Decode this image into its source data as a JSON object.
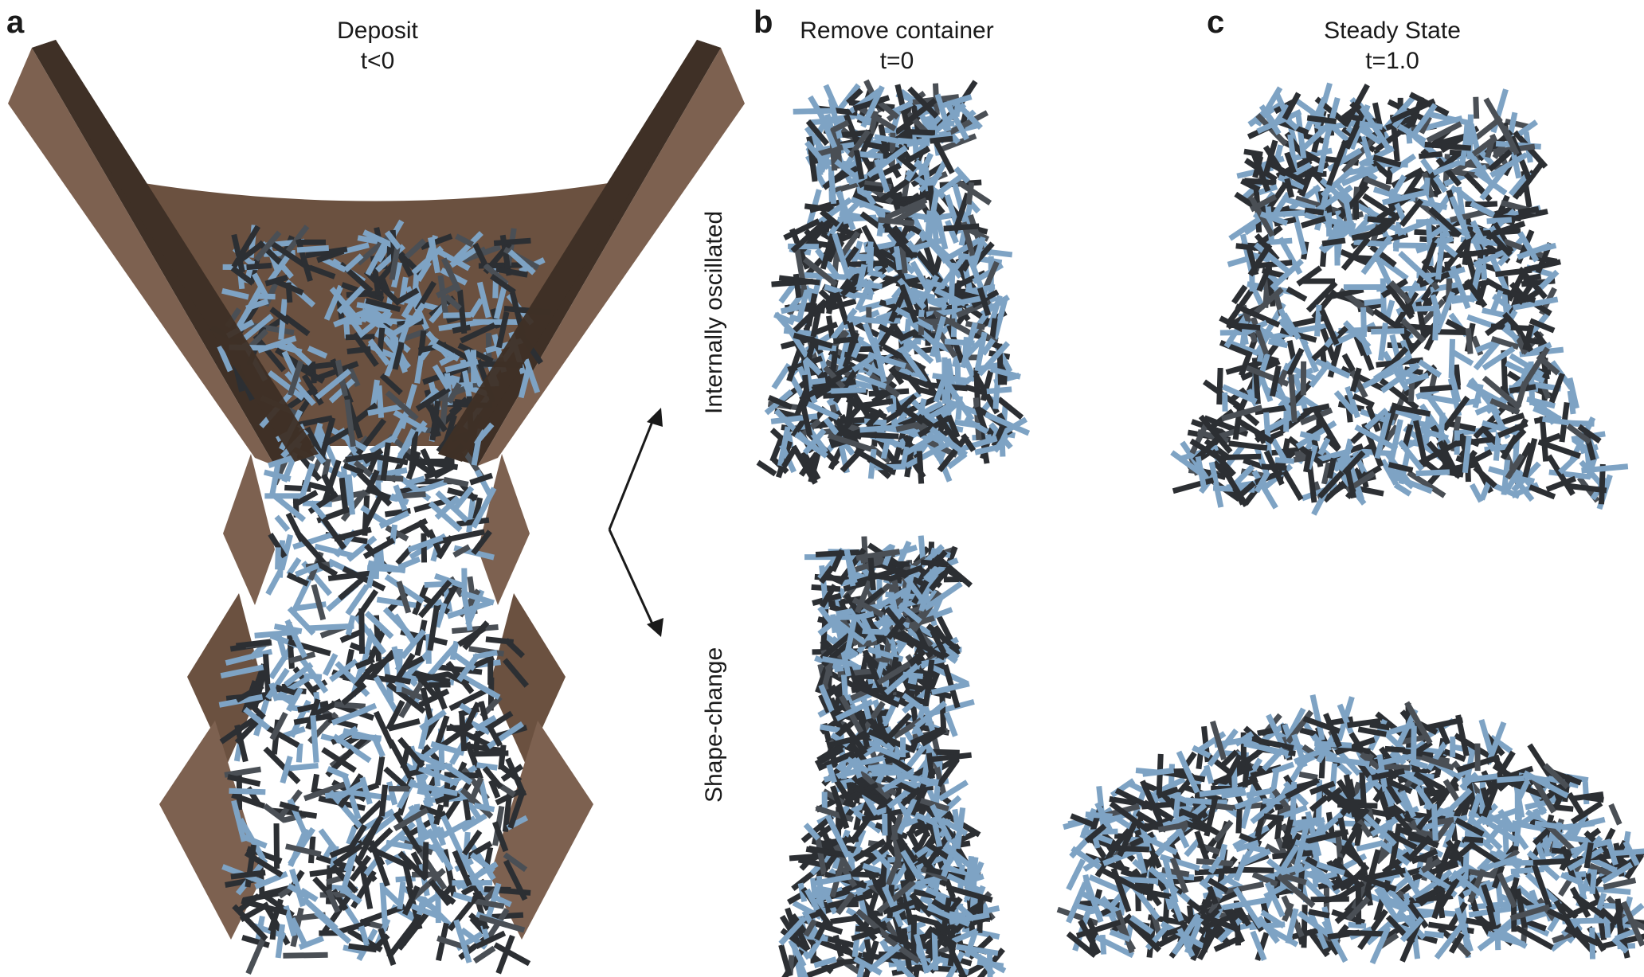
{
  "panels": [
    {
      "letter": "a",
      "title": "Deposit",
      "time": "t<0"
    },
    {
      "letter": "b",
      "title": "Remove container",
      "time": "t=0"
    },
    {
      "letter": "c",
      "title": "Steady State",
      "time": "t=1.0"
    }
  ],
  "rows": {
    "top": "Internally oscillated",
    "bottom": "Shape-change"
  },
  "colors": {
    "rod_blue": "#7ea3c4",
    "rod_dark": "#2c2f33",
    "rod_mid": "#4a4f55",
    "container": "#6b5140",
    "container_dark": "#3f3026",
    "container_light": "#7d6150"
  }
}
